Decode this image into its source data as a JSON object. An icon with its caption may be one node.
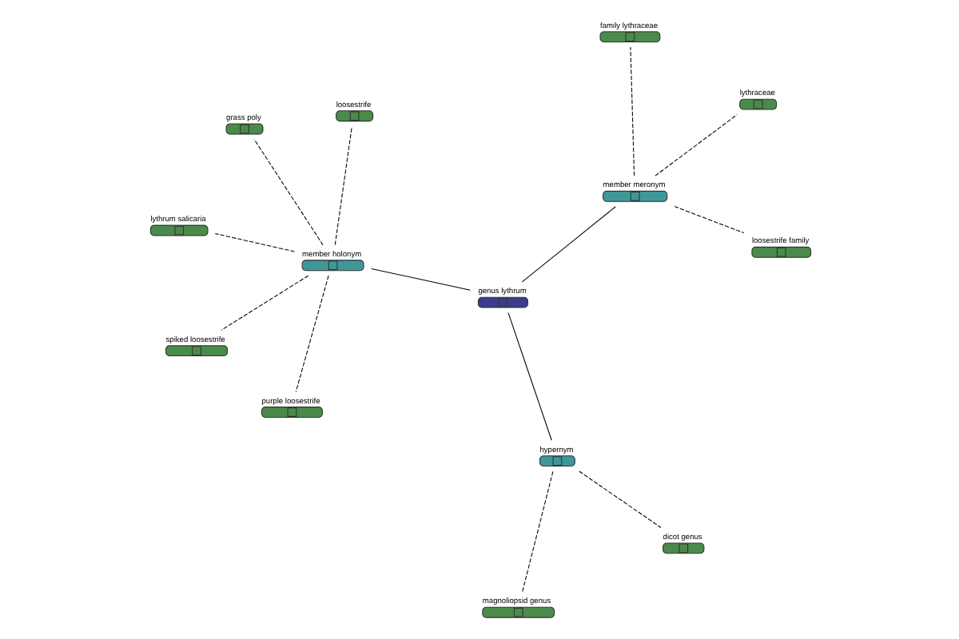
{
  "diagram": {
    "nodes": [
      {
        "text": [
          "genus lythrum"
        ]
      },
      {
        "text": [
          "member holonym"
        ]
      },
      {
        "text": [
          "purple loosestrife"
        ]
      },
      {
        "text": [
          "grass poly"
        ]
      },
      {
        "text": [
          "loosestrife"
        ]
      },
      {
        "text": [
          "lythrum salicaria"
        ]
      },
      {
        "text": [
          "spiked loosestrife"
        ]
      },
      {
        "text": [
          "hypernym"
        ]
      },
      {
        "text": [
          "magnoliopsid genus"
        ]
      },
      {
        "text": [
          "dicot genus"
        ]
      },
      {
        "text": [
          "member meronym"
        ]
      },
      {
        "text": [
          "family lythraceae"
        ]
      },
      {
        "text": [
          "loosestrife family"
        ]
      },
      {
        "text": [
          "lythraceae"
        ]
      }
    ],
    "edges": [
      {
        "from": 0,
        "to": 1,
        "arrow": "none"
      },
      {
        "from": 0,
        "to": 7,
        "arrow": "none"
      },
      {
        "from": 0,
        "to": 10,
        "arrow": "none"
      },
      {
        "from": 1,
        "to": 2,
        "arrow": "none",
        "style": "dashed"
      },
      {
        "from": 1,
        "to": 3,
        "arrow": "none",
        "style": "dashed"
      },
      {
        "from": 1,
        "to": 4,
        "arrow": "none",
        "style": "dashed"
      },
      {
        "from": 1,
        "to": 5,
        "arrow": "none",
        "style": "dashed"
      },
      {
        "from": 1,
        "to": 6,
        "arrow": "none",
        "style": "dashed"
      },
      {
        "from": 7,
        "to": 8,
        "arrow": "none",
        "style": "dashed"
      },
      {
        "from": 7,
        "to": 9,
        "arrow": "none",
        "style": "dashed"
      },
      {
        "from": 10,
        "to": 11,
        "arrow": "none",
        "style": "dashed"
      },
      {
        "from": 10,
        "to": 12,
        "arrow": "none",
        "style": "dashed"
      },
      {
        "from": 10,
        "to": 13,
        "arrow": "none",
        "style": "dashed"
      }
    ]
  }
}
